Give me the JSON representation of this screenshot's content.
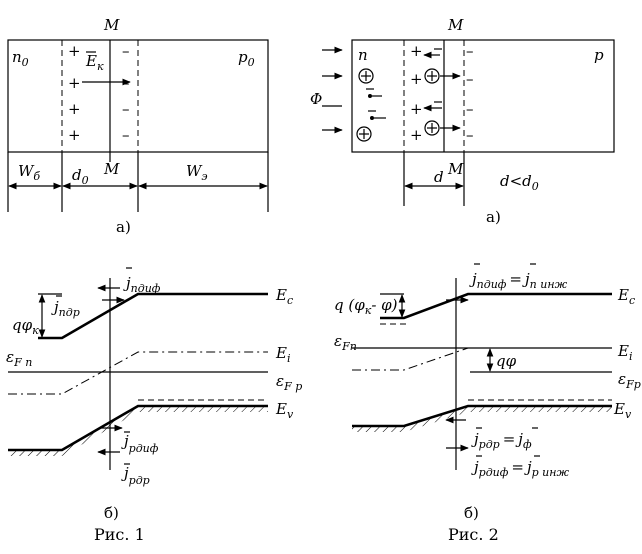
{
  "fig1": {
    "M_top": "M",
    "n0": "n",
    "n0_sub": "0",
    "p0": "p",
    "p0_sub": "0",
    "Ek": "E",
    "Ek_sub": "к",
    "plus": "+",
    "minus": "–",
    "W_b": "W",
    "W_b_sub": "б",
    "d0": "d",
    "d0_sub": "0",
    "M_bottom": "M",
    "W_e": "W",
    "W_e_sub": "э",
    "label_a": "а)",
    "label_b": "б)",
    "caption": "Рис. 1"
  },
  "fig2": {
    "M_top": "M",
    "n": "n",
    "p": "p",
    "Phi": "Φ",
    "plus": "+",
    "minus": "–",
    "d": "d",
    "M_bottom": "M",
    "d_cond": "d<d",
    "d_cond_sub": "0",
    "label_a": "а)",
    "label_b": "б)",
    "caption": "Рис. 2"
  },
  "band1": {
    "Ec": "E",
    "Ec_sub": "c",
    "Ei": "E",
    "Ei_sub": "i",
    "Ev": "E",
    "Ev_sub": "v",
    "EFp": "ε",
    "EFp_sub": "F p",
    "EFn": "ε",
    "EFn_sub": "F n",
    "qphik": "qφ",
    "qphik_sub": "к",
    "jndif": "j",
    "jndif_sub": "nдиф",
    "jndr": "j",
    "jndr_sub": "nдр",
    "jpdif": "j",
    "jpdif_sub": "pдиф",
    "jpdr": "j",
    "jpdr_sub": "pдр"
  },
  "band2": {
    "Ec": "E",
    "Ec_sub": "c",
    "Ei": "E",
    "Ei_sub": "i",
    "Ev": "E",
    "Ev_sub": "v",
    "EFp": "ε",
    "EFp_sub": "Fp",
    "EFn": "ε",
    "EFn_sub": "Fn",
    "q_label": "q (φ",
    "q_sub": "к",
    "q_rest": "- φ)",
    "qphi": "qφ",
    "jndif": "j",
    "jndif_sub": "nдиф",
    "eq": "=",
    "jninj": "j",
    "jninj_sub": "n инж",
    "jpdr": "j",
    "jpdr_sub": "pдр",
    "jphi": "j",
    "jphi_sub": "ф",
    "jpdif": "j",
    "jpdif_sub": "pдиф",
    "jpinj": "j",
    "jpinj_sub": "p инж"
  }
}
